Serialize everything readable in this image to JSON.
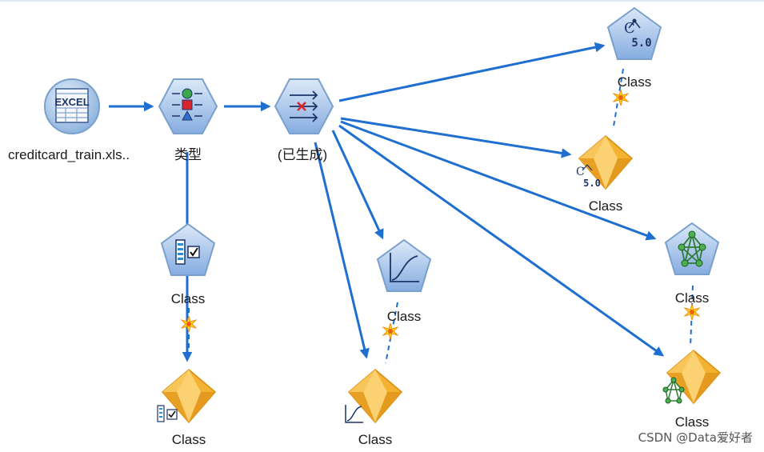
{
  "accent_color": "#1f6fd1",
  "nodes": {
    "excel_source": {
      "label": "creditcard_train.xls..",
      "icon": "excel-icon"
    },
    "type_node": {
      "label": "类型",
      "icon": "type-icon"
    },
    "generated_filter": {
      "label": "(已生成)",
      "icon": "filter-icon"
    },
    "c50_model": {
      "label": "Class",
      "icon": "c50-tree-icon"
    },
    "c50_nugget": {
      "label": "Class",
      "icon": "model-nugget-icon"
    },
    "neuralnet_model": {
      "label": "Class",
      "icon": "neural-network-icon"
    },
    "neuralnet_nugget": {
      "label": "Class",
      "icon": "model-nugget-icon"
    },
    "logistic_model": {
      "label": "Class",
      "icon": "logistic-curve-icon"
    },
    "logistic_nugget": {
      "label": "Class",
      "icon": "model-nugget-icon"
    },
    "svm_model": {
      "label": "Class",
      "icon": "svm-icon"
    },
    "svm_nugget": {
      "label": "Class",
      "icon": "model-nugget-icon"
    }
  },
  "watermark": "CSDN @Data爱好者"
}
